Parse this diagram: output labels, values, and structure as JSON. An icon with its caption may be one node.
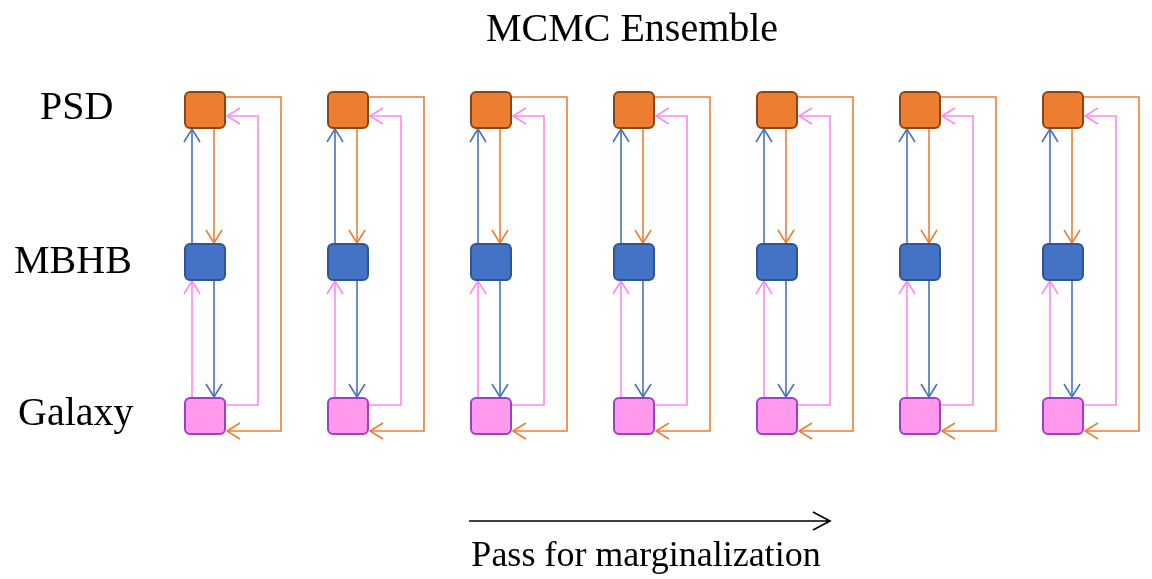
{
  "diagram": {
    "title": "MCMC Ensemble",
    "nodes": [
      {
        "text": [],
        "shape": "box"
      },
      {
        "text": [],
        "shape": "box"
      },
      {
        "text": [],
        "shape": "box"
      },
      {
        "text": [],
        "shape": "box"
      },
      {
        "text": [],
        "shape": "box"
      },
      {
        "text": [],
        "shape": "box"
      },
      {
        "text": [],
        "shape": "box"
      },
      {
        "text": [],
        "shape": "box"
      },
      {
        "text": [],
        "shape": "box"
      },
      {
        "text": [],
        "shape": "box"
      },
      {
        "text": [],
        "shape": "box"
      },
      {
        "text": [],
        "shape": "box"
      },
      {
        "text": [],
        "shape": "box"
      },
      {
        "text": [],
        "shape": "box"
      },
      {
        "text": [],
        "shape": "box"
      },
      {
        "text": [],
        "shape": "box"
      },
      {
        "text": [],
        "shape": "box"
      },
      {
        "text": [],
        "shape": "box"
      },
      {
        "text": [],
        "shape": "box"
      },
      {
        "text": [],
        "shape": "box"
      },
      {
        "text": [],
        "shape": "box"
      }
    ],
    "edges": [
      {
        "from": 7,
        "to": 0,
        "arrow": "to",
        "color": "#4472c4"
      },
      {
        "from": 0,
        "to": 7,
        "arrow": "to",
        "color": "#ed7d31"
      },
      {
        "from": 14,
        "to": 7,
        "arrow": "to",
        "color": "#ff88ee"
      },
      {
        "from": 7,
        "to": 14,
        "arrow": "to",
        "color": "#4472c4"
      },
      {
        "from": 14,
        "to": 0,
        "arrow": "to",
        "color": "#ff88ee"
      },
      {
        "from": 0,
        "to": 14,
        "arrow": "to",
        "color": "#ed7d31"
      },
      {
        "from": 8,
        "to": 1,
        "arrow": "to",
        "color": "#4472c4"
      },
      {
        "from": 1,
        "to": 8,
        "arrow": "to",
        "color": "#ed7d31"
      },
      {
        "from": 15,
        "to": 8,
        "arrow": "to",
        "color": "#ff88ee"
      },
      {
        "from": 8,
        "to": 15,
        "arrow": "to",
        "color": "#4472c4"
      },
      {
        "from": 15,
        "to": 1,
        "arrow": "to",
        "color": "#ff88ee"
      },
      {
        "from": 1,
        "to": 15,
        "arrow": "to",
        "color": "#ed7d31"
      },
      {
        "from": 9,
        "to": 2,
        "arrow": "to",
        "color": "#4472c4"
      },
      {
        "from": 2,
        "to": 9,
        "arrow": "to",
        "color": "#ed7d31"
      },
      {
        "from": 16,
        "to": 9,
        "arrow": "to",
        "color": "#ff88ee"
      },
      {
        "from": 9,
        "to": 16,
        "arrow": "to",
        "color": "#4472c4"
      },
      {
        "from": 16,
        "to": 2,
        "arrow": "to",
        "color": "#ff88ee"
      },
      {
        "from": 2,
        "to": 16,
        "arrow": "to",
        "color": "#ed7d31"
      },
      {
        "from": 10,
        "to": 3,
        "arrow": "to",
        "color": "#4472c4"
      },
      {
        "from": 3,
        "to": 10,
        "arrow": "to",
        "color": "#ed7d31"
      },
      {
        "from": 17,
        "to": 10,
        "arrow": "to",
        "color": "#ff88ee"
      },
      {
        "from": 10,
        "to": 17,
        "arrow": "to",
        "color": "#4472c4"
      },
      {
        "from": 17,
        "to": 3,
        "arrow": "to",
        "color": "#ff88ee"
      },
      {
        "from": 3,
        "to": 17,
        "arrow": "to",
        "color": "#ed7d31"
      },
      {
        "from": 11,
        "to": 4,
        "arrow": "to",
        "color": "#4472c4"
      },
      {
        "from": 4,
        "to": 11,
        "arrow": "to",
        "color": "#ed7d31"
      },
      {
        "from": 18,
        "to": 11,
        "arrow": "to",
        "color": "#ff88ee"
      },
      {
        "from": 11,
        "to": 18,
        "arrow": "to",
        "color": "#4472c4"
      },
      {
        "from": 18,
        "to": 4,
        "arrow": "to",
        "color": "#ff88ee"
      },
      {
        "from": 4,
        "to": 18,
        "arrow": "to",
        "color": "#ed7d31"
      },
      {
        "from": 12,
        "to": 5,
        "arrow": "to",
        "color": "#4472c4"
      },
      {
        "from": 5,
        "to": 12,
        "arrow": "to",
        "color": "#ed7d31"
      },
      {
        "from": 19,
        "to": 12,
        "arrow": "to",
        "color": "#ff88ee"
      },
      {
        "from": 12,
        "to": 19,
        "arrow": "to",
        "color": "#4472c4"
      },
      {
        "from": 19,
        "to": 5,
        "arrow": "to",
        "color": "#ff88ee"
      },
      {
        "from": 5,
        "to": 19,
        "arrow": "to",
        "color": "#ed7d31"
      },
      {
        "from": 13,
        "to": 6,
        "arrow": "to",
        "color": "#4472c4"
      },
      {
        "from": 6,
        "to": 13,
        "arrow": "to",
        "color": "#ed7d31"
      },
      {
        "from": 20,
        "to": 13,
        "arrow": "to",
        "color": "#ff88ee"
      },
      {
        "from": 13,
        "to": 20,
        "arrow": "to",
        "color": "#4472c4"
      },
      {
        "from": 20,
        "to": 6,
        "arrow": "to",
        "color": "#ff88ee"
      },
      {
        "from": 6,
        "to": 20,
        "arrow": "to",
        "color": "#ed7d31"
      }
    ],
    "labels": [
      "PSD",
      "MBHB",
      "Galaxy",
      "Pass for marginalization"
    ]
  }
}
